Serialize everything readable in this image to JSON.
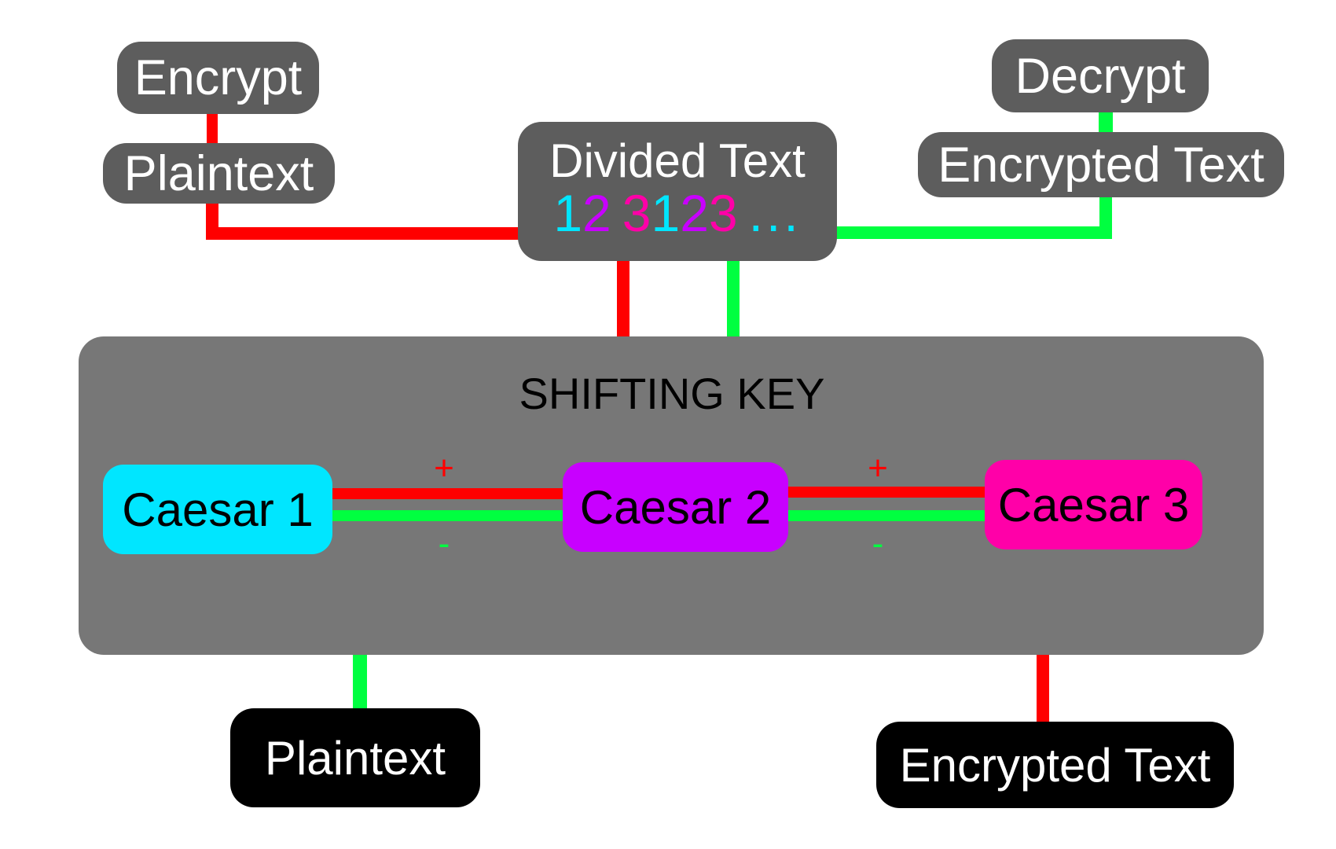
{
  "colors": {
    "encrypt_line": "#ff0000",
    "decrypt_line": "#00ff40",
    "dark_box": "#5d5d5d",
    "panel": "#777777",
    "caesar_1": "#00e6ff",
    "caesar_2": "#c800ff",
    "caesar_3": "#ff00a8",
    "black_box": "#000000"
  },
  "top_left": {
    "encrypt_label": "Encrypt",
    "plaintext_label": "Plaintext"
  },
  "top_right": {
    "decrypt_label": "Decrypt",
    "encrypted_text_label": "Encrypted Text"
  },
  "divided": {
    "title": "Divided Text",
    "sequence": [
      {
        "text": "1",
        "color": "#00e6ff"
      },
      {
        "text": "2",
        "color": "#c800ff"
      },
      {
        "text": "3",
        "color": "#ff00a8"
      },
      {
        "text": "1",
        "color": "#00e6ff"
      },
      {
        "text": "2",
        "color": "#c800ff"
      },
      {
        "text": "3",
        "color": "#ff00a8"
      },
      {
        "text": "...",
        "color": "#00e6ff"
      }
    ]
  },
  "shifting_key": {
    "title": "SHIFTING KEY",
    "caesars": [
      "Caesar 1",
      "Caesar 2",
      "Caesar 3"
    ],
    "plus_sign": "+",
    "minus_sign": "-"
  },
  "bottom": {
    "plaintext_label": "Plaintext",
    "encrypted_text_label": "Encrypted Text"
  }
}
